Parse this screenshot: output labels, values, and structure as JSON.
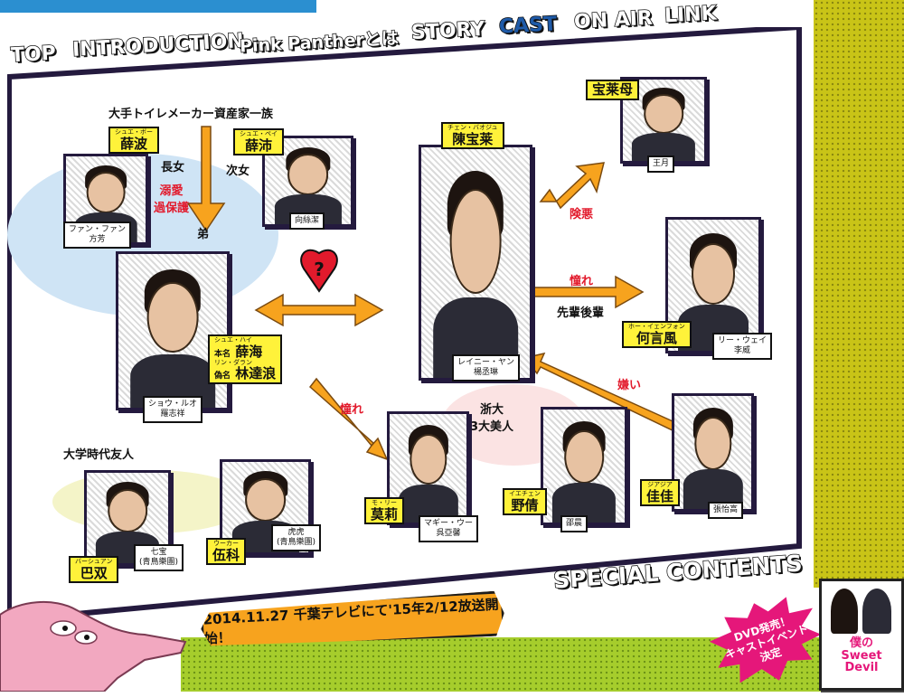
{
  "nav": {
    "items": [
      "TOP",
      "INTRODUCTION",
      "Pink Pantherとは",
      "STORY",
      "CAST",
      "ON AIR",
      "LINK"
    ],
    "active": "CAST"
  },
  "board": {
    "group_family": "大手トイレメーカー資産家一族",
    "group_university": "大学時代友人",
    "group_beauties": "浙大\n3大美人",
    "rel_eldest": "長女",
    "rel_second": "次女",
    "rel_spoil": "溺愛\n過保護",
    "rel_brother": "弟",
    "rel_danger": "険悪",
    "rel_admire1": "憧れ",
    "rel_senpai": "先輩後輩",
    "rel_admire2": "憧れ",
    "rel_dislike": "嫌い"
  },
  "cast": {
    "xuebo": {
      "ruby": "シュエ・ボー",
      "name": "薛波",
      "actor": "ファン・ファン\n方芳"
    },
    "xuepei": {
      "ruby": "シュエ・ペイ",
      "name": "薛沛",
      "actor": "向絲潔"
    },
    "baolai": {
      "ruby": "チェン・バオジュ",
      "name": "陳宝莱",
      "actor": "レイニー・ヤン\n楊丞琳"
    },
    "mother": {
      "name": "宝莱母",
      "actor": "王月"
    },
    "xuehai": {
      "ruby1": "シュエ・ハイ",
      "label1": "本名",
      "name1": "薛海",
      "ruby2": "リン・ダラン",
      "label2": "偽名",
      "name2": "林達浪",
      "actor": "ショウ・ルオ\n羅志祥"
    },
    "heyanfeng": {
      "ruby": "ホー・イェンフォン",
      "name": "何言風",
      "actor": "リー・ウェイ\n李威"
    },
    "moli": {
      "ruby": "モ・リー",
      "name": "莫莉",
      "actor": "マギー・ウー\n呉亞馨"
    },
    "yeqian": {
      "ruby": "イエチェン",
      "name": "野倩",
      "actor": "邵晨"
    },
    "jiajia": {
      "ruby": "ジアジア",
      "name": "佳佳",
      "actor": "張怡高"
    },
    "bashuang": {
      "ruby": "バーシュアン",
      "name": "巴双",
      "actor": "七宝\n(青鳥樂團)"
    },
    "wuke": {
      "ruby": "ウーカー",
      "name": "伍科",
      "actor": "虎虎\n(青鳥樂團)"
    }
  },
  "footer": {
    "special": "SPECIAL CONTENTS",
    "banner": "2014.11.27 千葉テレビにて'15年2/12放送開始！",
    "dvd_badge": "DVD発売！\nキャストイベント\n決定",
    "dvd_title": "僕の\nSweet\nDevil"
  },
  "colors": {
    "arrow": "#f7a31e",
    "tag": "#fff23a",
    "relation_text": "#e21a2c",
    "board_border": "#241a3e",
    "blue_splash": "#cfe4f5",
    "pink_splash": "#fbe3e3"
  },
  "icons": {
    "heart": "red-heart-question-icon"
  }
}
